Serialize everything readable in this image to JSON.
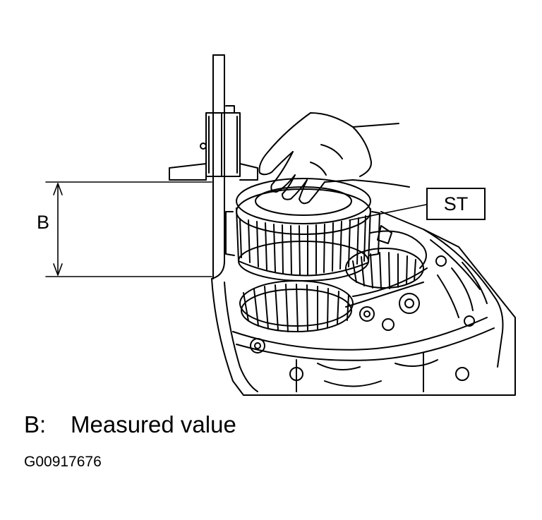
{
  "figure": {
    "dimension_label": "B",
    "callout_label": "ST",
    "caption_key": "B:",
    "caption_text": "Measured value",
    "figure_id": "G00917676"
  },
  "colors": {
    "line": "#000000",
    "background": "#ffffff"
  },
  "icons": [
    "depth-gauge-icon",
    "gear-ring-icon",
    "hand-icon",
    "transmission-case-icon"
  ]
}
